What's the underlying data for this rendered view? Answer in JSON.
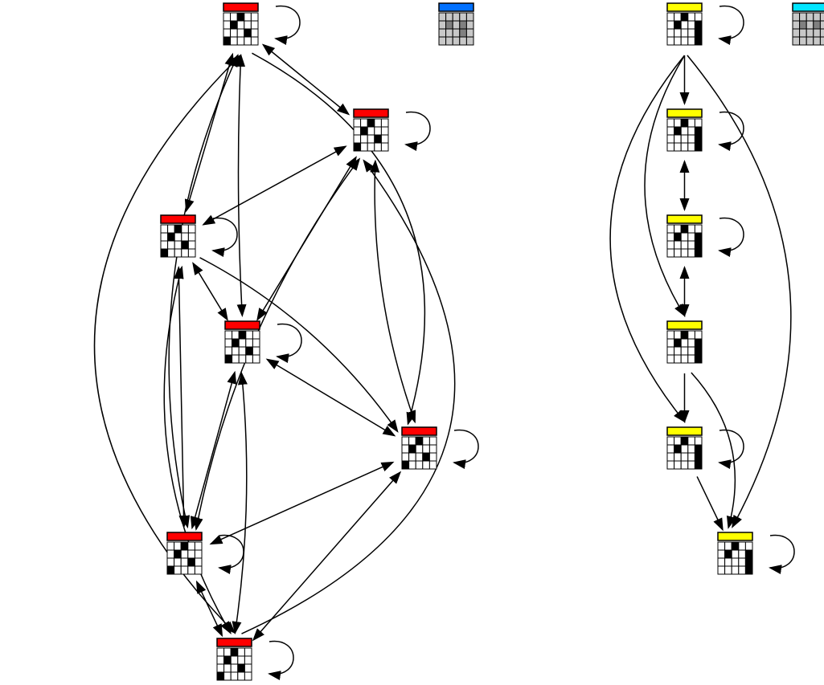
{
  "colors": {
    "background": "#ffffff",
    "edge": "#000000",
    "cell_on": "#000000",
    "cell_off": "#ffffff",
    "cell_dim_on": "#808080",
    "cell_dim_off": "#c8c8c8",
    "group_red": "#ff0000",
    "group_blue": "#0070ff",
    "group_yellow": "#ffff00",
    "group_cyan": "#00e5ff"
  },
  "nodes": [
    {
      "id": "r1",
      "header": "#ff0000",
      "dim": false,
      "self_loop": true
    },
    {
      "id": "b1",
      "header": "#0070ff",
      "dim": true,
      "self_loop": false
    },
    {
      "id": "r2",
      "header": "#ff0000",
      "dim": false,
      "self_loop": true
    },
    {
      "id": "r3",
      "header": "#ff0000",
      "dim": false,
      "self_loop": true
    },
    {
      "id": "r4",
      "header": "#ff0000",
      "dim": false,
      "self_loop": true
    },
    {
      "id": "r5",
      "header": "#ff0000",
      "dim": false,
      "self_loop": true
    },
    {
      "id": "r6",
      "header": "#ff0000",
      "dim": false,
      "self_loop": true
    },
    {
      "id": "r7",
      "header": "#ff0000",
      "dim": false,
      "self_loop": true
    },
    {
      "id": "y1",
      "header": "#ffff00",
      "dim": false,
      "self_loop": true
    },
    {
      "id": "c1",
      "header": "#00e5ff",
      "dim": true,
      "self_loop": false
    },
    {
      "id": "y2",
      "header": "#ffff00",
      "dim": false,
      "self_loop": true
    },
    {
      "id": "y3",
      "header": "#ffff00",
      "dim": false,
      "self_loop": true
    },
    {
      "id": "y4",
      "header": "#ffff00",
      "dim": false,
      "self_loop": false
    },
    {
      "id": "y5",
      "header": "#ffff00",
      "dim": false,
      "self_loop": true
    },
    {
      "id": "y6",
      "header": "#ffff00",
      "dim": false,
      "self_loop": true
    }
  ],
  "edges": [
    {
      "from": "r1",
      "to": "r2",
      "arrows": "both"
    },
    {
      "from": "r1",
      "to": "r3",
      "arrows": "both"
    },
    {
      "from": "r1",
      "to": "r4",
      "arrows": "both"
    },
    {
      "from": "r1",
      "to": "r5",
      "arrows": "end"
    },
    {
      "from": "r1",
      "to": "r6",
      "arrows": "both"
    },
    {
      "from": "r1",
      "to": "r7",
      "arrows": "both"
    },
    {
      "from": "r2",
      "to": "r3",
      "arrows": "both"
    },
    {
      "from": "r2",
      "to": "r4",
      "arrows": "both"
    },
    {
      "from": "r2",
      "to": "r5",
      "arrows": "both"
    },
    {
      "from": "r2",
      "to": "r6",
      "arrows": "both"
    },
    {
      "from": "r7",
      "to": "r2",
      "arrows": "end"
    },
    {
      "from": "r3",
      "to": "r4",
      "arrows": "both"
    },
    {
      "from": "r3",
      "to": "r5",
      "arrows": "end"
    },
    {
      "from": "r3",
      "to": "r6",
      "arrows": "both"
    },
    {
      "from": "r3",
      "to": "r7",
      "arrows": "both"
    },
    {
      "from": "r4",
      "to": "r5",
      "arrows": "both"
    },
    {
      "from": "r4",
      "to": "r6",
      "arrows": "both"
    },
    {
      "from": "r4",
      "to": "r7",
      "arrows": "both"
    },
    {
      "from": "r5",
      "to": "r6",
      "arrows": "both"
    },
    {
      "from": "r5",
      "to": "r7",
      "arrows": "both"
    },
    {
      "from": "r6",
      "to": "r7",
      "arrows": "both"
    },
    {
      "from": "y1",
      "to": "y2",
      "arrows": "end"
    },
    {
      "from": "y1",
      "to": "y4",
      "arrows": "end"
    },
    {
      "from": "y1",
      "to": "y5",
      "arrows": "end"
    },
    {
      "from": "y1",
      "to": "y6",
      "arrows": "end"
    },
    {
      "from": "y2",
      "to": "y3",
      "arrows": "both"
    },
    {
      "from": "y3",
      "to": "y4",
      "arrows": "both"
    },
    {
      "from": "y4",
      "to": "y5",
      "arrows": "end"
    },
    {
      "from": "y4",
      "to": "y6",
      "arrows": "end"
    },
    {
      "from": "y5",
      "to": "y6",
      "arrows": "end"
    }
  ]
}
